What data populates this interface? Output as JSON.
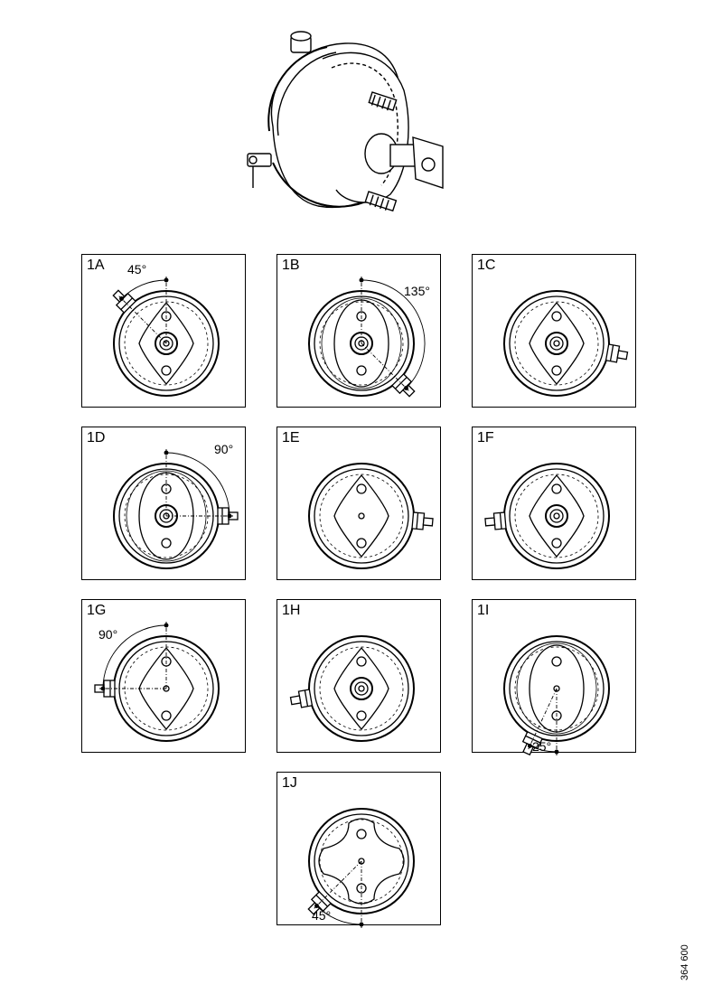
{
  "document_number": "364 600",
  "panels": [
    {
      "id": "1A",
      "label": "1A",
      "angle": "45°",
      "clamp": 225,
      "ref": 270,
      "center": "boss",
      "plate": "diamond",
      "sweep": "upper-left"
    },
    {
      "id": "1B",
      "label": "1B",
      "angle": "135°",
      "clamp": 45,
      "ref": 270,
      "center": "boss",
      "plate": "lens",
      "sweep": "right"
    },
    {
      "id": "1C",
      "label": "1C",
      "angle": "",
      "clamp": 10,
      "ref": null,
      "center": "boss",
      "plate": "diamond",
      "sweep": ""
    },
    {
      "id": "1D",
      "label": "1D",
      "angle": "90°",
      "clamp": 0,
      "ref": 270,
      "center": "boss",
      "plate": "lens",
      "sweep": "upper-right"
    },
    {
      "id": "1E",
      "label": "1E",
      "angle": "",
      "clamp": 5,
      "ref": null,
      "center": "plain",
      "plate": "diamond",
      "sweep": ""
    },
    {
      "id": "1F",
      "label": "1F",
      "angle": "",
      "clamp": 175,
      "ref": null,
      "center": "boss",
      "plate": "diamond",
      "sweep": ""
    },
    {
      "id": "1G",
      "label": "1G",
      "angle": "90°",
      "clamp": 180,
      "ref": 270,
      "center": "plain",
      "plate": "diamond",
      "sweep": "upper-left"
    },
    {
      "id": "1H",
      "label": "1H",
      "angle": "",
      "clamp": 170,
      "ref": null,
      "center": "boss",
      "plate": "diamond",
      "sweep": ""
    },
    {
      "id": "1I",
      "label": "1I",
      "angle": "25°",
      "clamp": 115,
      "ref": 90,
      "center": "plain",
      "plate": "lens",
      "sweep": "bottom"
    },
    {
      "id": "1J",
      "label": "1J",
      "angle": "45°",
      "clamp": 135,
      "ref": 90,
      "center": "plain",
      "plate": "cross",
      "sweep": "bottom-left"
    }
  ]
}
